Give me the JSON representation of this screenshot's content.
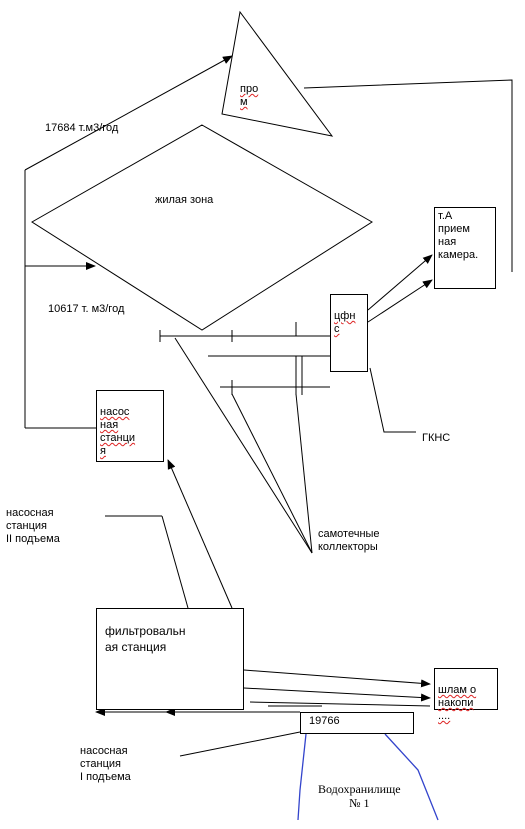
{
  "labels": {
    "prom": "про\nм",
    "flow_top": "17684 т.м3/год",
    "residential": "жилая зона",
    "flow_mid": "10617 т. м3/год",
    "tsfns": "цфн\nс",
    "receiving": "т.А\nприем\nная\nкамера.",
    "gkns": "ГКНС",
    "pump_station": "насос\nная\nстанци\nя",
    "pump_ii": "насосная\nстанция\nII подъема",
    "collectors": "самотечные\nколлекторы",
    "filter_station": "фильтровальн\nая станция",
    "sludge": "шлам о\nнакопи\n....",
    "intake_number": "19766",
    "pump_i": "насосная\nстанция\nI подъема",
    "reservoir": "Водохранилище\n№ 1"
  },
  "colors": {
    "line": "#000000",
    "reservoir_line": "#3344cc",
    "squiggle": "#d22222"
  }
}
